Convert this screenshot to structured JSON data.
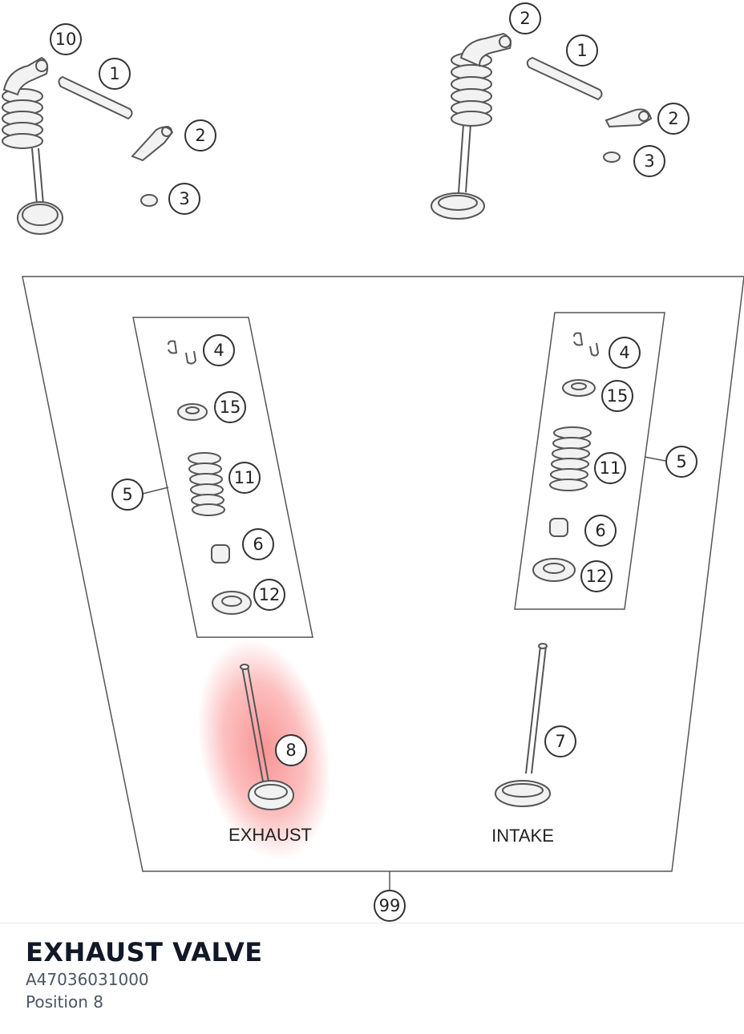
{
  "diagram": {
    "callouts": {
      "c10": "10",
      "c1a": "1",
      "c2a": "2",
      "c3a": "3",
      "c2top": "2",
      "c1b": "1",
      "c2b": "2",
      "c3b": "3",
      "c4a": "4",
      "c15a": "15",
      "c5a": "5",
      "c11a": "11",
      "c6a": "6",
      "c12a": "12",
      "c4b": "4",
      "c15b": "15",
      "c5b": "5",
      "c11b": "11",
      "c6b": "6",
      "c12b": "12",
      "c8": "8",
      "c7": "7",
      "c99": "99"
    },
    "labels": {
      "exhaust": "EXHAUST",
      "intake": "INTAKE"
    },
    "highlight_color": "#f87171"
  },
  "part": {
    "title": "EXHAUST VALVE",
    "number": "A47036031000",
    "position": "Position 8"
  }
}
